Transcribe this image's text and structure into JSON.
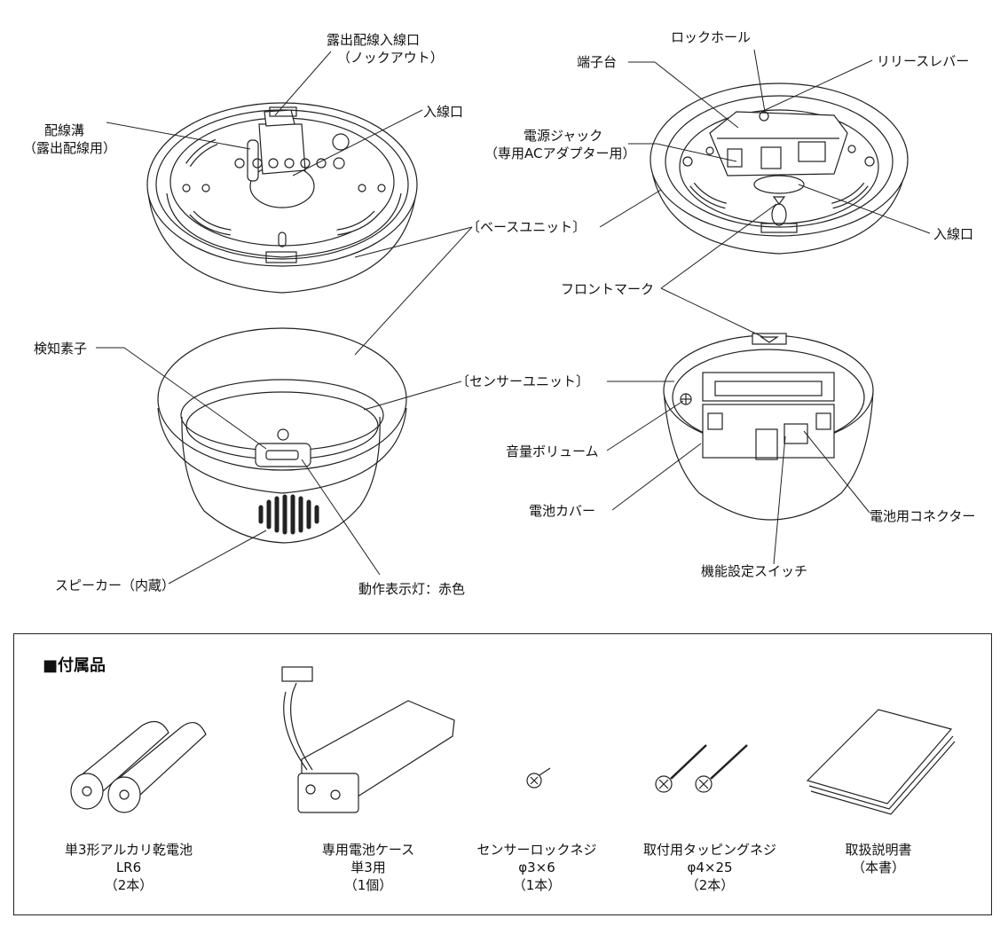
{
  "labels": {
    "roshutsu_nyusen": "露出配線入線口",
    "knockout": "（ノックアウト）",
    "haisenmizo": "配線溝",
    "roshutsu_yo": "（露出配線用）",
    "nyusenguchi_left": "入線口",
    "base_unit": "〔ベースユニット〕",
    "lock_hole": "ロックホール",
    "tanshidai": "端子台",
    "release_lever": "リリースレバー",
    "dengen_jack": "電源ジャック",
    "ac_adapter": "（専用ACアダプター用）",
    "nyusenguchi_right": "入線口",
    "front_mark": "フロントマーク",
    "kenchi_soshi": "検知素子",
    "sensor_unit": "〔センサーユニット〕",
    "volume": "音量ボリューム",
    "denchi_cover": "電池カバー",
    "connector": "電池用コネクター",
    "speaker": "スピーカー（内蔵）",
    "dosa_lamp": "動作表示灯：赤色",
    "kinou_switch": "機能設定スイッチ"
  },
  "accessories": {
    "title": "■付属品",
    "items": [
      {
        "line1": "単3形アルカリ乾電池",
        "line2": "LR6",
        "line3": "（2本）"
      },
      {
        "line1": "専用電池ケース",
        "line2": "単3用",
        "line3": "（1個）"
      },
      {
        "line1": "センサーロックネジ",
        "line2": "φ3×6",
        "line3": "（1本）"
      },
      {
        "line1": "取付用タッピングネジ",
        "line2": "φ4×25",
        "line3": "（2本）"
      },
      {
        "line1": "取扱説明書",
        "line2": "（本書）",
        "line3": ""
      }
    ]
  },
  "front_mark_symbol": "▽"
}
